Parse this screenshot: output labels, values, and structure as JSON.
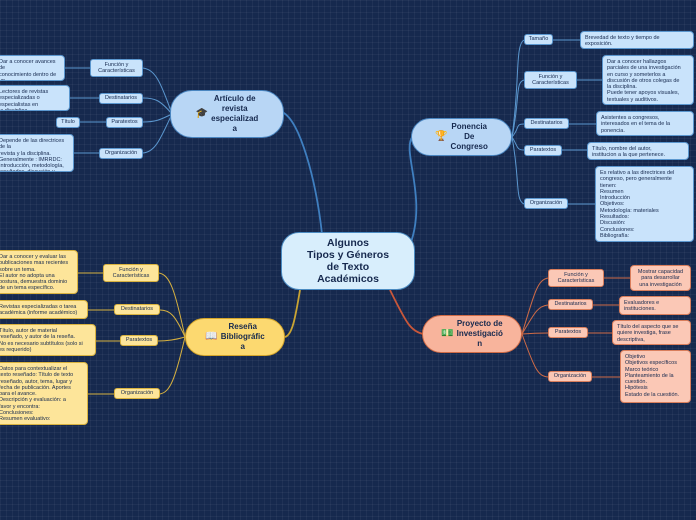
{
  "center": {
    "title": "Algunos\nTipos y Géneros\nde Texto\nAcadémicos"
  },
  "articulo": {
    "title": "Artículo de\nrevista\nespecializad\na",
    "icon": "graduation-cap-icon",
    "labels": {
      "funcion": "Función y\nCaracterísticas",
      "destinatarios": "Destinatarios",
      "paratextos": "Paratextos",
      "organizacion": "Organización"
    },
    "leaves": {
      "funcion": "Dar a conocer avances de\nconocimiento dentro de un\ncampo específico",
      "destinatarios": "Lectores de revistas\nespecializadas o especialistas en\nla disciplina.",
      "titulo": "Título",
      "organizacion": "Depende de las directrices de la\nrevista y la disciplina.\nGeneralmente : IMRRDC:\nIntroducción, metodología,\nresultados, discusión y conclusión."
    }
  },
  "ponencia": {
    "title": "Ponencia\nDe\nCongreso",
    "icon": "trophy-icon",
    "labels": {
      "tamano": "Tamaño",
      "funcion": "Función y\nCaracterísticas",
      "destinatarios": "Destinatarios",
      "paratextos": "Paratextos",
      "organizacion": "Organización"
    },
    "leaves": {
      "tamano": "Brevedad de texto y tiempo de\nexposición.",
      "funcion": "Dar a conocer hallazgos\nparciales de una investigación\nen curso y someterlos a\ndiscusión de otros colegas de\nla disciplina.\nPuede tener apoyos visuales,\ntextuales y auditivos.",
      "destinatarios": "Asistentes a congresos,\ninteresados en el tema de la\nponencia.",
      "paratextos": "Título, nombre del autor,\ninstitucion a la que pertenece.",
      "organizacion": "Es relativo a las directrices del\ncongreso, pero generalmente\ntienen:\nResumen\nIntroducción\nObjetivos:\nMetodología: materiales\nResultados:\nDiscusión:\nConclusiones:\nBibliografía:"
    }
  },
  "resena": {
    "title": "Reseña\nBibliográfic\na",
    "icon": "book-icon",
    "labels": {
      "funcion": "Función y\nCaracterísticas",
      "destinatarios": "Destinatarios",
      "paratextos": "Paratextos",
      "organizacion": "Organización"
    },
    "leaves": {
      "funcion": "Dar a conocer y evaluar las\npublicaciones mas recientes\nsobre un tema.\nEl autor no adopta una\npostura, demuestra dominio\nde un tema específico.",
      "destinatarios": "Revistas especializadas o tarea\nacadémica (informe académico)",
      "paratextos": "Título, autor de material\nreseñado, y autor de la reseña.\nNo es necesario subtítulos (solo si\nes requerido)",
      "organizacion": "Datos para contextualizar el\ntexto reseñado: Título de texto\nreseñado, autor, tema, lugar y\nfecha de publicación. Aportes\npara el avance.\nDescripción y evaluación: a\nfavor y encontra:\nConclusiones:\nResumen evaluativo:"
    }
  },
  "proyecto": {
    "title": "Proyecto de\nInvestigació\nn",
    "icon": "money-icon",
    "labels": {
      "funcion": "Función y\nCaracterísticas",
      "destinatarios": "Destinatarios",
      "paratextos": "Paratextos",
      "organizacion": "Organización"
    },
    "leaves": {
      "funcion": "Mostrar capacidad\npara desarrollar\nuna investigación",
      "destinatarios": "Evaluadores e\ninstituciones.",
      "paratextos": "Título del aspecto que se\nquiere investiga, frase\ndescriptiva,",
      "organizacion": "Objetivo\nObjetivos específicos\nMarco teórico\nPlanteamiento de la\ncuestión.\nHipótesis\nEstado de la cuestión."
    }
  },
  "colors": {
    "background": "#16294e",
    "blue_branch": "#5b97cf",
    "yellow_branch": "#d8b240",
    "red_branch": "#d06b46"
  }
}
